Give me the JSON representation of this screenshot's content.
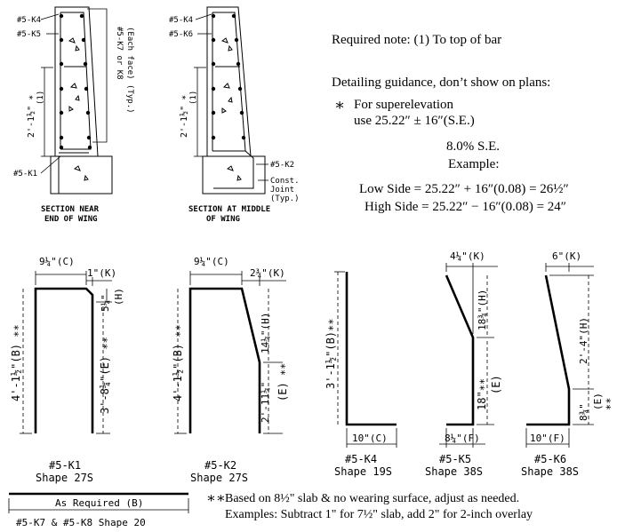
{
  "notes": {
    "required_note": "Required note: (1) To top of bar",
    "guidance_title": "Detailing guidance, don’t show on plans:",
    "star": "∗",
    "super_line1": "For superelevation",
    "super_line2": "use 25.22″ ± 16″(S.E.)",
    "se_value": "8.0% S.E.",
    "example_label": "Example:",
    "low_side": "Low Side = 25.22″ + 16″(0.08) = 26½″",
    "high_side": "High Side = 25.22″ − 16″(0.08) = 24″"
  },
  "section_end": {
    "k4": "#5-K4",
    "k5": "#5-K5",
    "k1": "#5-K1",
    "k7k8": "#5-K7 or K8",
    "each_face": "(Each face) (Typ.)",
    "dim": "2'-1½\" ∗",
    "dim_note": "(1)",
    "title1": "SECTION NEAR",
    "title2": "END OF WING"
  },
  "section_mid": {
    "k4": "#5-K4",
    "k6": "#5-K6",
    "k2": "#5-K2",
    "const1": "Const.",
    "const2": "Joint",
    "const3": "(Typ.)",
    "dim": "2'-1½\" ∗",
    "dim_note": "(1)",
    "title1": "SECTION AT MIDDLE",
    "title2": "OF WING"
  },
  "shapes": {
    "k1": {
      "top": "9¼\"(C)",
      "k": "1\"(K)",
      "h": "5¼\"",
      "h_tag": "(H)",
      "b": "4'-1½\"(B) ∗∗",
      "e": "3'-8¼\"(E) ∗∗",
      "name": "#5-K1",
      "shape": "Shape 27S"
    },
    "k2": {
      "top": "9¼\"(C)",
      "k": "2¾\"(K)",
      "h": "14¼\"(H)",
      "b": "4'-1½\"(B) ∗∗",
      "e": "2'-11¼\"",
      "e_tag": "(E) ∗∗",
      "name": "#5-K2",
      "shape": "Shape 27S"
    },
    "k4": {
      "b": "3'-1½\"(B)∗∗",
      "c": "10\"(C)",
      "name": "#5-K4",
      "shape": "Shape 19S"
    },
    "k5": {
      "k": "4¼\"(K)",
      "h": "18¾\"(H)",
      "e": "18\"∗∗",
      "e_tag": "(E)",
      "f": "8¼\"(F)",
      "name": "#5-K5",
      "shape": "Shape 38S"
    },
    "k6": {
      "k": "6\"(K)",
      "h": "2'-4\"(H)",
      "e": "8¾\"",
      "e_tag": "(E)",
      "e_star": "∗∗",
      "f": "10\"(F)",
      "name": "#5-K6",
      "shape": "Shape 38S"
    },
    "k78": {
      "label": "As Required (B)",
      "name": "#5-K7 & #5-K8 Shape 20"
    }
  },
  "footnote": {
    "stars": "∗∗",
    "line1": "Based on 8½\" slab & no wearing surface, adjust as needed.",
    "line2": "Examples: Subtract 1\" for 7½\" slab, add 2\" for 2-inch overlay"
  }
}
